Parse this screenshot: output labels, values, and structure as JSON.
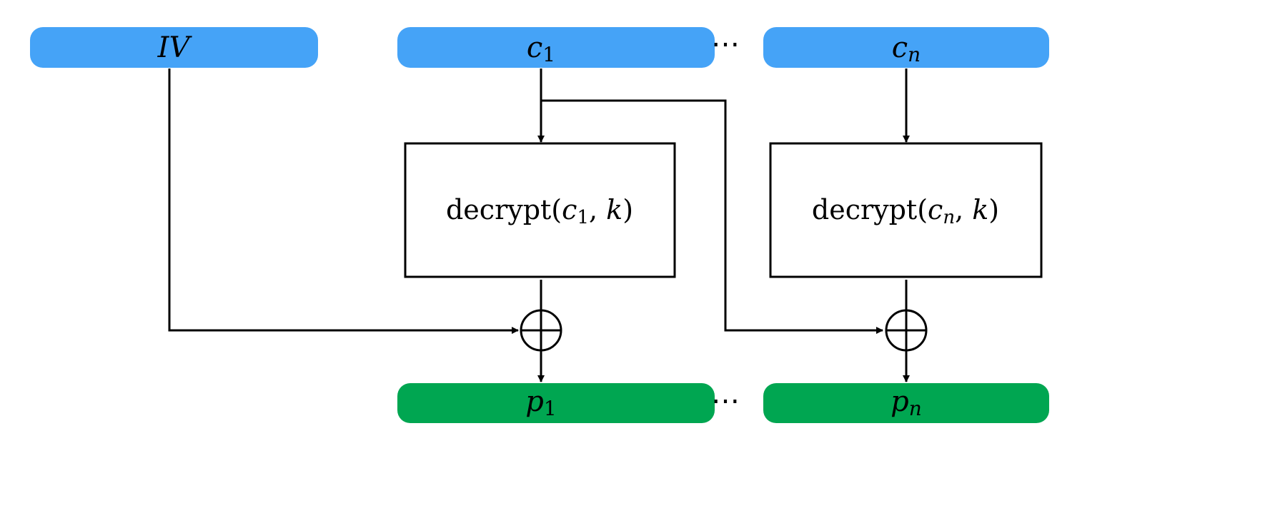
{
  "colors": {
    "input_block": "#45A3F7",
    "output_block": "#00A651",
    "line": "#000000"
  },
  "inputs": {
    "iv": "IV",
    "c1": {
      "base": "c",
      "sub": "1"
    },
    "cn": {
      "base": "c",
      "sub": "n"
    },
    "ellipsis": "⋯"
  },
  "decrypt": [
    {
      "fn": "decrypt(",
      "arg": "c",
      "sub": "1",
      "rest_sep": ", ",
      "key": "k",
      "close": ")"
    },
    {
      "fn": "decrypt(",
      "arg": "c",
      "sub": "n",
      "rest_sep": ", ",
      "key": "k",
      "close": ")"
    }
  ],
  "xor_icon": "circled-plus",
  "outputs": {
    "p1": {
      "base": "p",
      "sub": "1"
    },
    "pn": {
      "base": "p",
      "sub": "n"
    },
    "ellipsis": "⋯"
  }
}
